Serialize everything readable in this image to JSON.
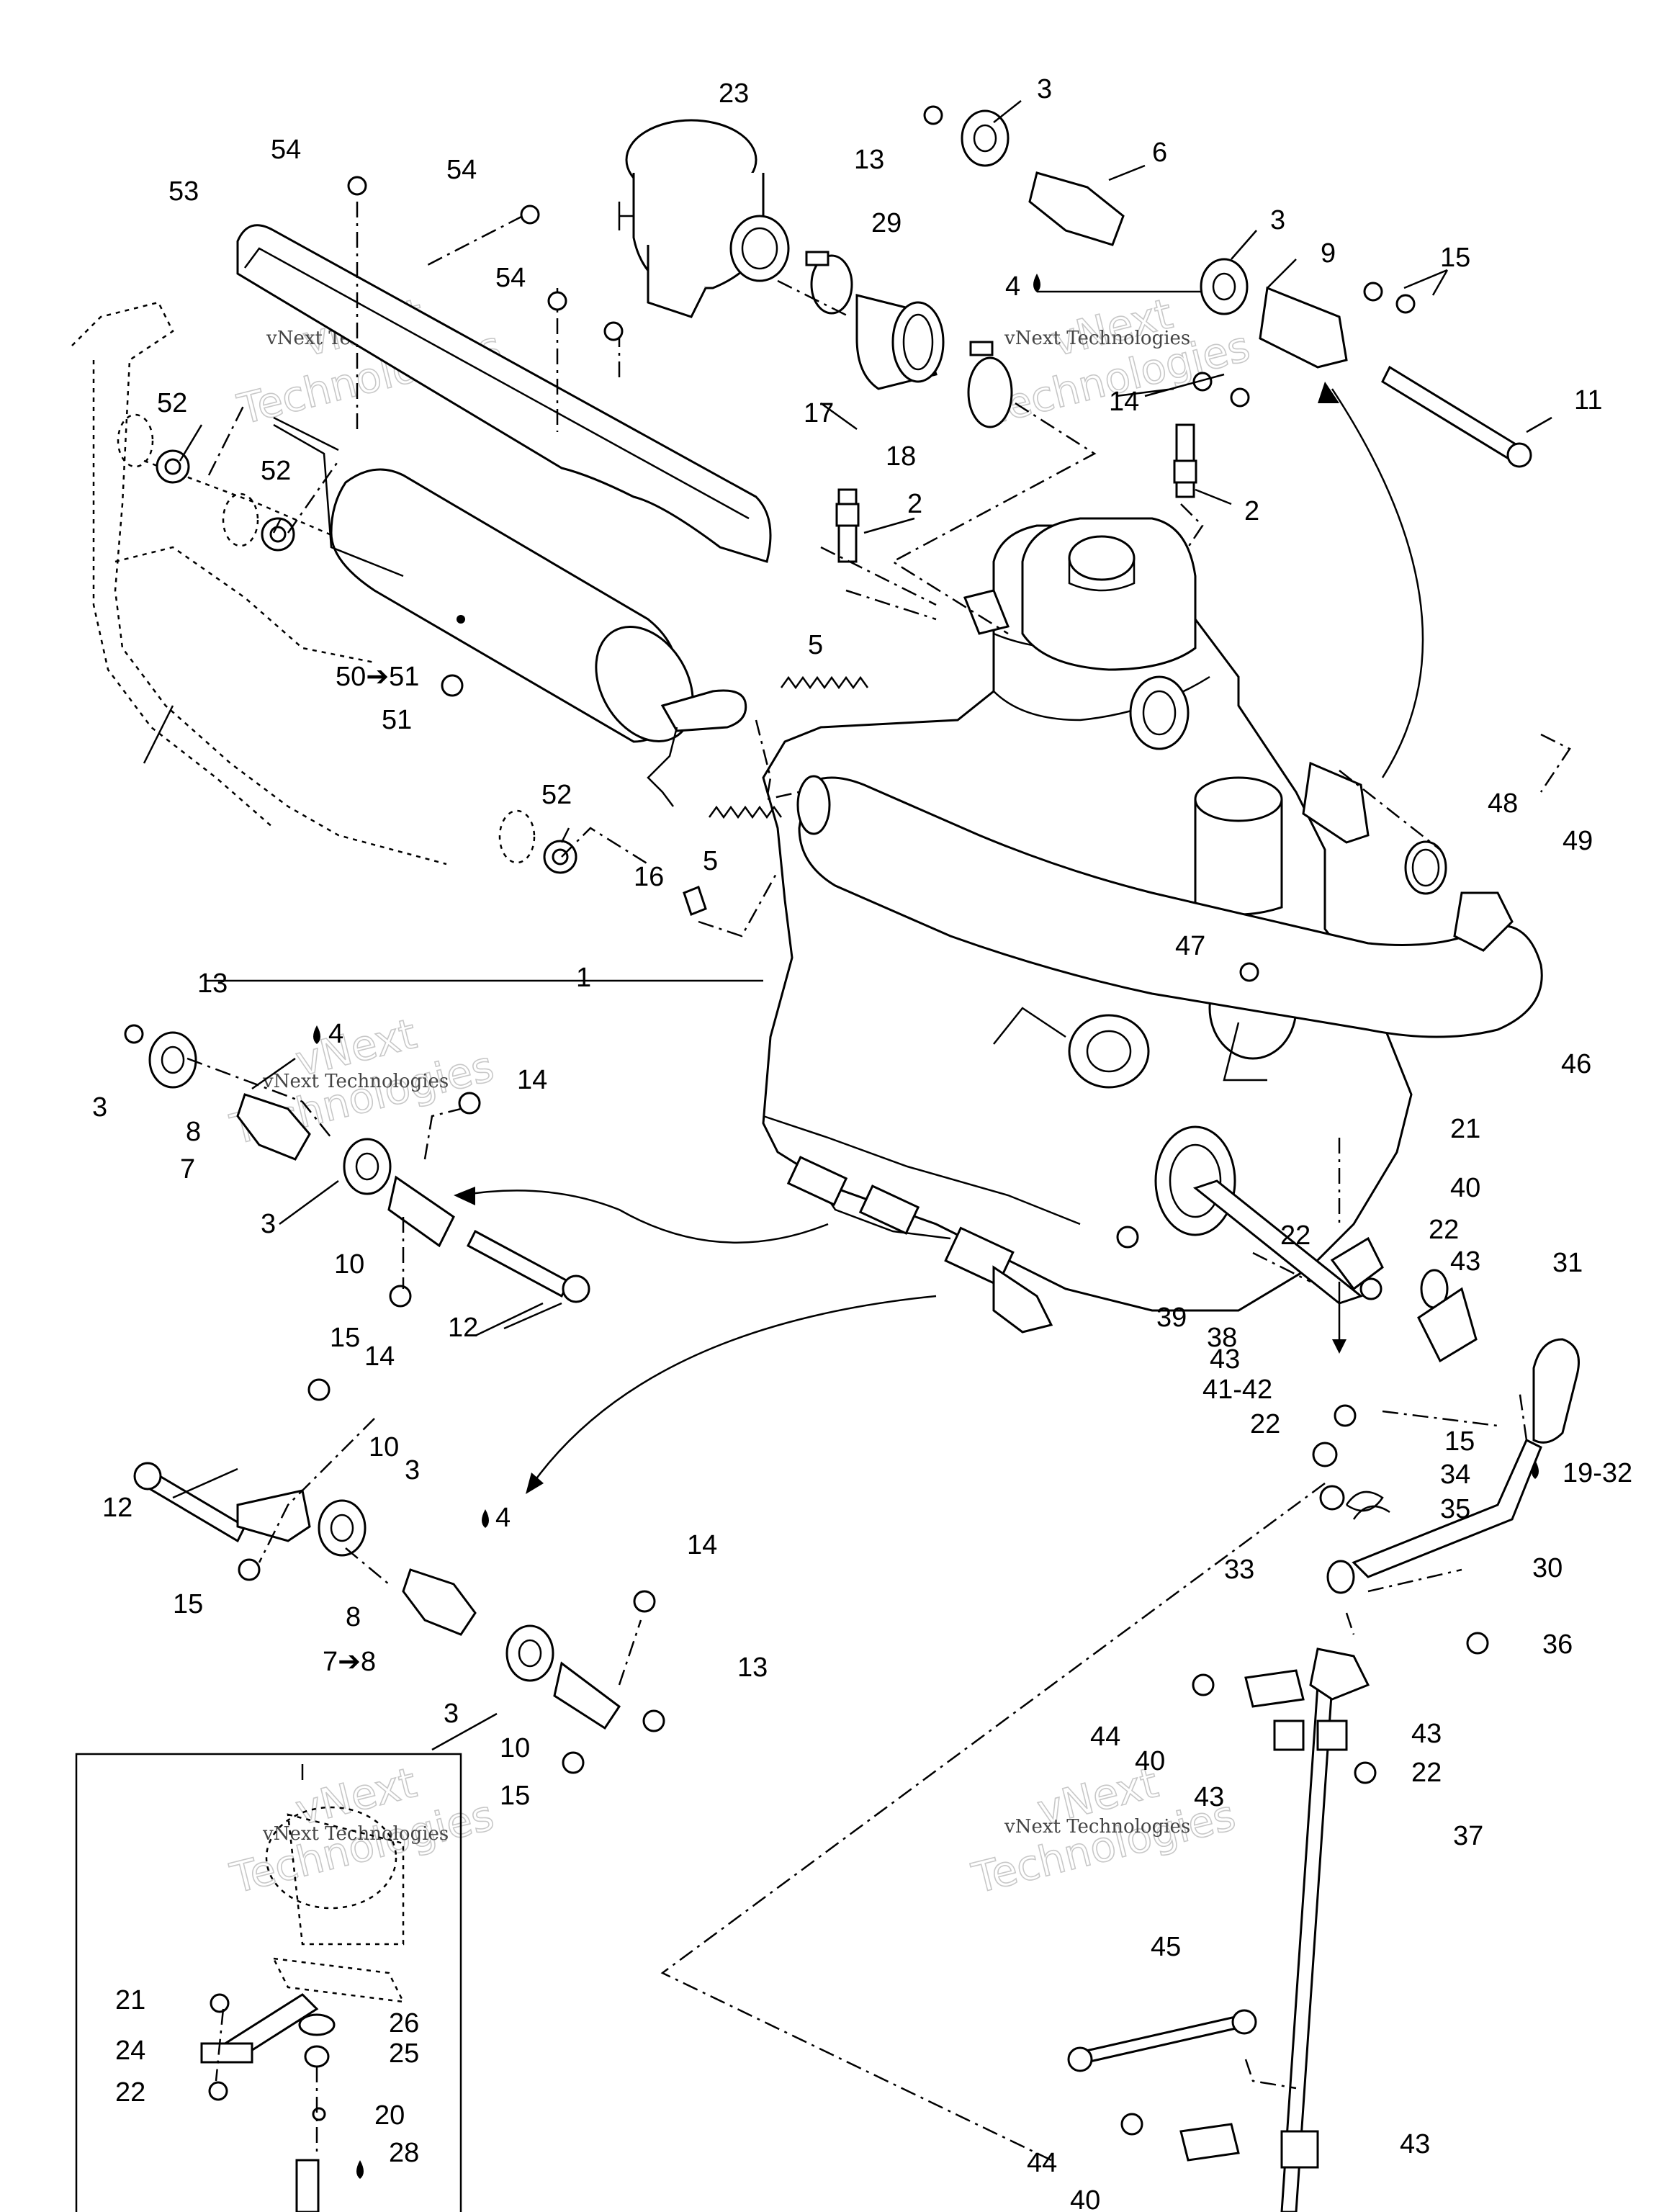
{
  "watermark": {
    "brand": "vNext",
    "line_main": "Technologies",
    "line_small": "vNext Technologies"
  },
  "callouts": {
    "c1": "1",
    "c2a": "2",
    "c2b": "2",
    "c3a": "3",
    "c3b": "3",
    "c3c": "3",
    "c3d": "3",
    "c3e": "3",
    "c3f": "3",
    "c4a": "4",
    "c4b": "4",
    "c4c": "4",
    "c5a": "5",
    "c5b": "5",
    "c6": "6",
    "c7a": "7",
    "c7b": "7➔8",
    "c8a": "8",
    "c8b": "8",
    "c9": "9",
    "c10a": "10",
    "c10b": "10",
    "c10c": "10",
    "c11": "11",
    "c12a": "12",
    "c12b": "12",
    "c13a": "13",
    "c13b": "13",
    "c13c": "13",
    "c14a": "14",
    "c14b": "14",
    "c14c": "14",
    "c14d": "14",
    "c15a": "15",
    "c15b": "15",
    "c15c": "15",
    "c15d": "15",
    "c15e": "15",
    "c16": "16",
    "c17": "17",
    "c18": "18",
    "c19": "19-32",
    "c20": "20",
    "c21a": "21",
    "c21b": "21",
    "c22a": "22",
    "c22b": "22",
    "c22c": "22",
    "c22d": "22",
    "c22e": "22",
    "c23": "23",
    "c24": "24",
    "c25": "25",
    "c26": "26",
    "c28": "28",
    "c29": "29",
    "c30": "30",
    "c31": "31",
    "c33": "33",
    "c34": "34",
    "c35": "35",
    "c36": "36",
    "c37": "37",
    "c38": "38",
    "c39": "39",
    "c40a": "40",
    "c40b": "40",
    "c40c": "40",
    "c41": "41-42",
    "c43a": "43",
    "c43b": "43",
    "c43c": "43",
    "c43d": "43",
    "c43e": "43",
    "c44a": "44",
    "c44b": "44",
    "c45": "45",
    "c46": "46",
    "c47": "47",
    "c48": "48",
    "c49": "49",
    "c50": "50➔51",
    "c51": "51",
    "c52a": "52",
    "c52b": "52",
    "c52c": "52",
    "c53": "53",
    "c54a": "54",
    "c54b": "54",
    "c54c": "54"
  }
}
